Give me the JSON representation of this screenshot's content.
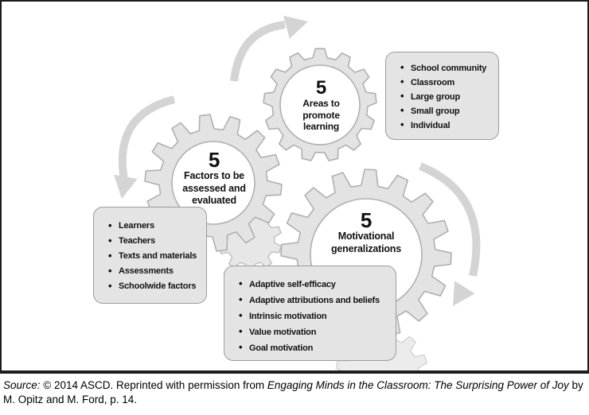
{
  "gears": [
    {
      "id": "areas",
      "number": "5",
      "label": "Areas to\npromote\nlearning"
    },
    {
      "id": "factors",
      "number": "5",
      "label": "Factors to be\nassessed and\nevaluated"
    },
    {
      "id": "motivational",
      "number": "5",
      "label": "Motivational\ngeneralizations"
    }
  ],
  "boxes": [
    {
      "id": "areas-list",
      "items": [
        "School community",
        "Classroom",
        "Large group",
        "Small group",
        "Individual"
      ]
    },
    {
      "id": "factors-list",
      "items": [
        "Learners",
        "Teachers",
        "Texts and materials",
        "Assessments",
        "Schoolwide factors"
      ]
    },
    {
      "id": "motivational-list",
      "items": [
        "Adaptive self-efficacy",
        "Adaptive attributions and beliefs",
        "Intrinsic motivation",
        "Value motivation",
        "Goal motivation"
      ]
    }
  ],
  "bullet_char": "•",
  "caption": {
    "source_label": "Source:",
    "text_before_title": " © 2014 ASCD. Reprinted with permission from ",
    "book_title": "Engaging Minds in the Classroom: The Surprising Power of Joy",
    "text_after_title": " by M. Opitz and M. Ford, p. 14."
  },
  "colors": {
    "gear_fill": "#e3e3e3",
    "gear_stroke": "#b0b0b0",
    "faint_gear_fill": "#ececec",
    "faint_gear_stroke": "#d6d6d6",
    "small_gear_fill": "#e7e7e7",
    "small_gear_stroke": "#c4c4c4",
    "arrow": "#d4d4d4",
    "hole_fill": "#ffffff",
    "frame_border": "#1c1c1c"
  }
}
